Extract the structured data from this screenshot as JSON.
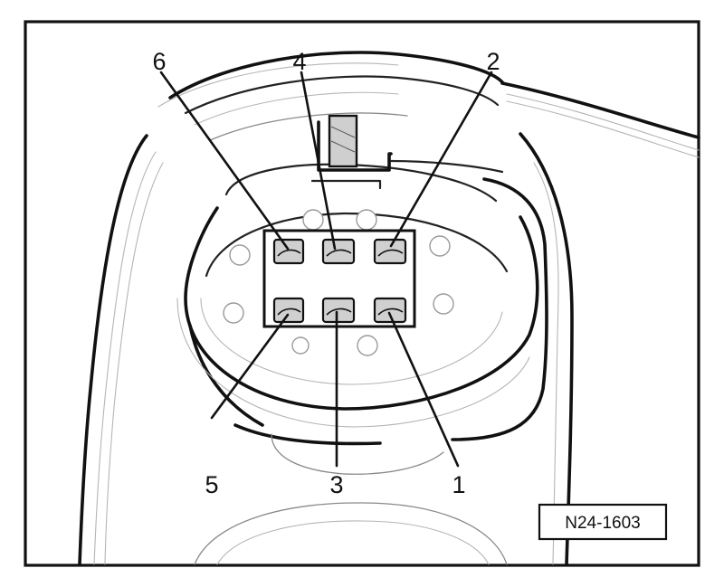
{
  "pin_labels": {
    "pin1": "1",
    "pin2": "2",
    "pin3": "3",
    "pin4": "4",
    "pin5": "5",
    "pin6": "6"
  },
  "reference_code": "N24-1603",
  "colors": {
    "line": "#111111",
    "background": "#ffffff"
  }
}
